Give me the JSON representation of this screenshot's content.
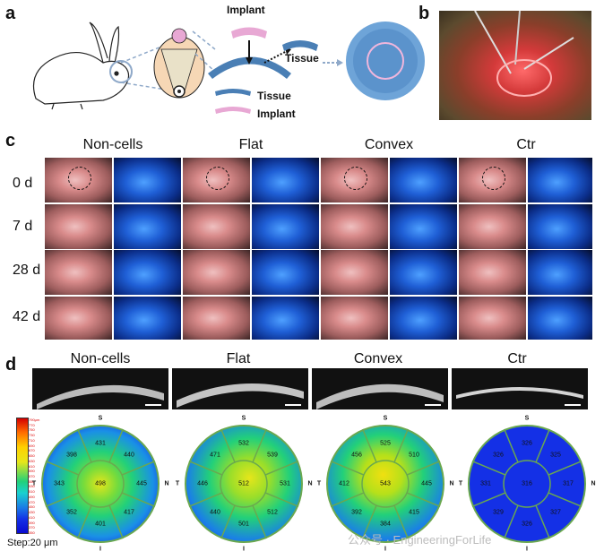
{
  "panels": {
    "a": "a",
    "b": "b",
    "c": "c",
    "d": "d"
  },
  "panel_a": {
    "implant_top": "Implant",
    "tissue_mid": "Tissue",
    "legend_tissue": "Tissue",
    "legend_implant": "Implant"
  },
  "panel_c": {
    "groups": [
      "Non-cells",
      "Flat",
      "Convex",
      "Ctr"
    ],
    "rows": [
      "0 d",
      "7 d",
      "28 d",
      "42 d"
    ]
  },
  "panel_d": {
    "groups": [
      "Non-cells",
      "Flat",
      "Convex",
      "Ctr"
    ],
    "step_label": "Step:20 μm",
    "directions": {
      "s": "S",
      "i": "I",
      "n": "N",
      "t": "T"
    },
    "maps": [
      {
        "center": "498",
        "s": "431",
        "sn": "440",
        "n": "445",
        "in": "417",
        "i": "401",
        "it": "352",
        "t": "343",
        "st": "398"
      },
      {
        "center": "512",
        "s": "532",
        "sn": "539",
        "n": "531",
        "in": "512",
        "i": "501",
        "it": "440",
        "t": "446",
        "st": "471"
      },
      {
        "center": "543",
        "s": "525",
        "sn": "510",
        "n": "445",
        "in": "415",
        "i": "384",
        "it": "392",
        "t": "412",
        "st": "456"
      },
      {
        "center": "316",
        "s": "326",
        "sn": "325",
        "n": "317",
        "in": "327",
        "i": "326",
        "it": "329",
        "t": "331",
        "st": "326"
      }
    ],
    "colorbar_ticks": [
      "790μm",
      "770",
      "750",
      "730",
      "710",
      "690",
      "670",
      "650",
      "630",
      "610",
      "590",
      "570",
      "550",
      "530",
      "510",
      "490",
      "470",
      "450",
      "430",
      "410",
      "390",
      "370",
      "350"
    ]
  },
  "watermark": "公众号 · EngineeringForLife",
  "colors": {
    "red": "#d98b8b",
    "blue": "#1f5fd6",
    "map_blue": "#1430e6",
    "map_green": "#22d07a",
    "map_yellow": "#e6e61a",
    "implant_pink": "#e8a8d4",
    "tissue_blue": "#4a7fb5"
  }
}
